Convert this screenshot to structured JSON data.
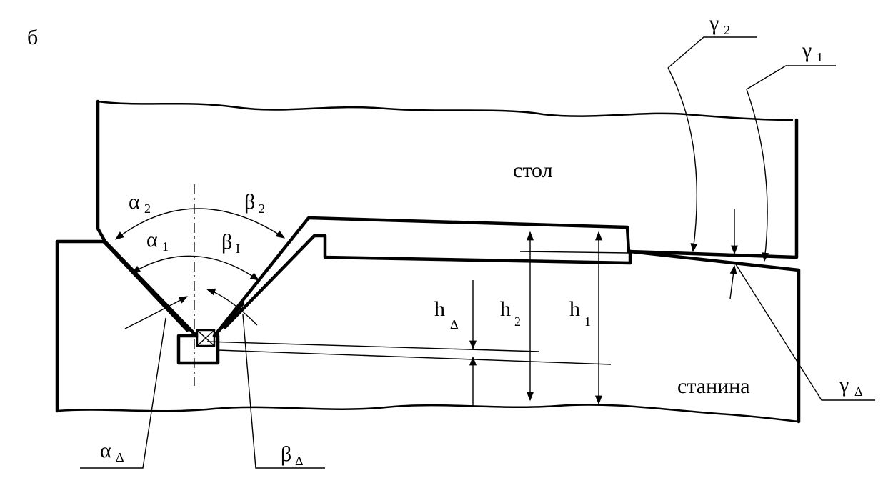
{
  "figure_letter": "б",
  "parts": {
    "table": "стол",
    "bed": "станина"
  },
  "angles": {
    "alpha_2": {
      "sym": "α",
      "sub": "2"
    },
    "alpha_1": {
      "sym": "α",
      "sub": "1"
    },
    "beta_2": {
      "sym": "β",
      "sub": "2"
    },
    "beta_1": {
      "sym": "β",
      "sub": "I"
    },
    "alpha_delta": {
      "sym": "α",
      "sub": "Δ"
    },
    "beta_delta": {
      "sym": "β",
      "sub": "Δ"
    },
    "gamma_2": {
      "sym": "γ",
      "sub": "2"
    },
    "gamma_1": {
      "sym": "γ",
      "sub": "1"
    },
    "gamma_delta": {
      "sym": "γ",
      "sub": "Δ"
    }
  },
  "heights": {
    "h_delta": {
      "sym": "h",
      "sub": "Δ"
    },
    "h_2": {
      "sym": "h",
      "sub": "2"
    },
    "h_1": {
      "sym": "h",
      "sub": "1"
    }
  },
  "colors": {
    "ink": "#000000",
    "paper": "#ffffff"
  }
}
